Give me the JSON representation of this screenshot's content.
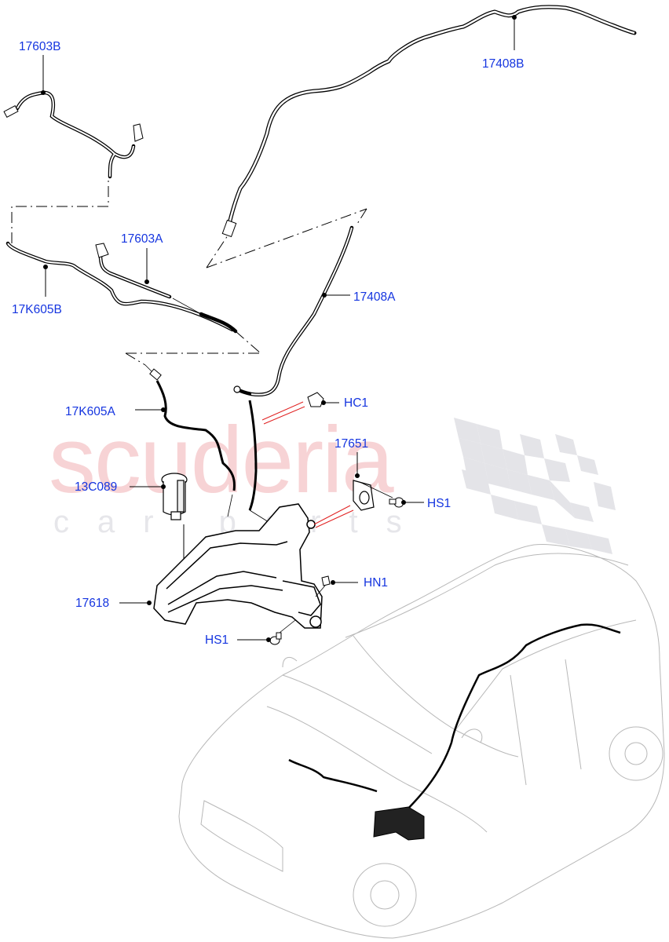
{
  "diagram": {
    "type": "exploded-parts-diagram",
    "subject": "Windscreen / headlamp washer system with reservoir, hoses and vehicle locator view",
    "label_color": "#1535e0",
    "leader_color": "#000000",
    "highlight_leader_color": "#e02020",
    "watermark": {
      "main": "scuderia",
      "sub": "car parts",
      "main_color": "#f7d3d5",
      "checker_color": "#e4e4e8"
    },
    "callouts": [
      {
        "id": "c-17603B",
        "label": "17603B",
        "part": "Washer hose (front section B)"
      },
      {
        "id": "c-17408B",
        "label": "17408B",
        "part": "Rear washer hose (roof section B)"
      },
      {
        "id": "c-17603A",
        "label": "17603A",
        "part": "Washer hose (front section A)"
      },
      {
        "id": "c-17K605B",
        "label": "17K605B",
        "part": "Headlamp washer hose B"
      },
      {
        "id": "c-17408A",
        "label": "17408A",
        "part": "Rear washer hose (section A)"
      },
      {
        "id": "c-HC1",
        "label": "HC1",
        "part": "Clip"
      },
      {
        "id": "c-17K605A",
        "label": "17K605A",
        "part": "Headlamp washer hose A"
      },
      {
        "id": "c-17651",
        "label": "17651",
        "part": "Filler neck seal / grommet"
      },
      {
        "id": "c-13C089",
        "label": "13C089",
        "part": "Washer pump"
      },
      {
        "id": "c-HS1-a",
        "label": "HS1",
        "part": "Screw"
      },
      {
        "id": "c-HN1",
        "label": "HN1",
        "part": "Nut"
      },
      {
        "id": "c-17618",
        "label": "17618",
        "part": "Washer reservoir"
      },
      {
        "id": "c-HS1-b",
        "label": "HS1",
        "part": "Screw"
      }
    ]
  }
}
